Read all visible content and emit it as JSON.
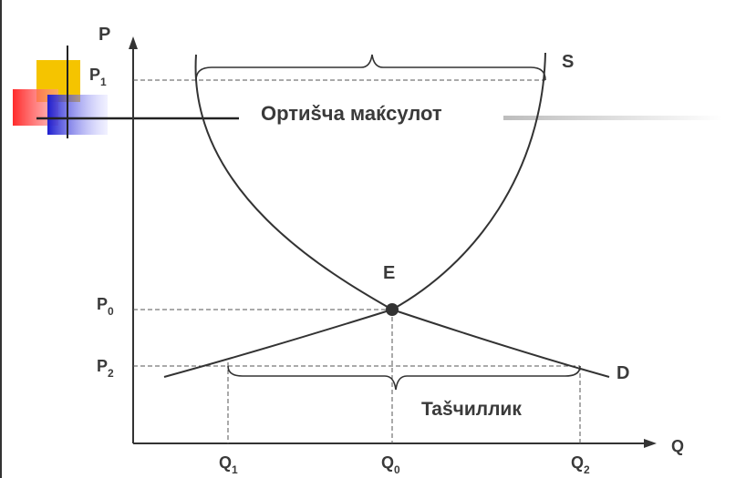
{
  "axes": {
    "y_label": "P",
    "x_label": "Q"
  },
  "price_labels": {
    "p1": {
      "base": "P",
      "sub": "1"
    },
    "p0": {
      "base": "P",
      "sub": "0"
    },
    "p2": {
      "base": "P",
      "sub": "2"
    }
  },
  "quantity_labels": {
    "q1": {
      "base": "Q",
      "sub": "1"
    },
    "q0": {
      "base": "Q",
      "sub": "0"
    },
    "q2": {
      "base": "Q",
      "sub": "2"
    }
  },
  "curves": {
    "supply_label": "S",
    "demand_label": "D",
    "equilibrium_label": "E"
  },
  "annotations": {
    "surplus_label": "Ортиšча маќсулот",
    "shortage_label": "Tašчиллик"
  },
  "colors": {
    "line": "#333333",
    "dashed": "#555555",
    "deco_yellow": "#f5c400",
    "deco_red": "#ff3b3b",
    "deco_blue": "#2a2ad0"
  }
}
